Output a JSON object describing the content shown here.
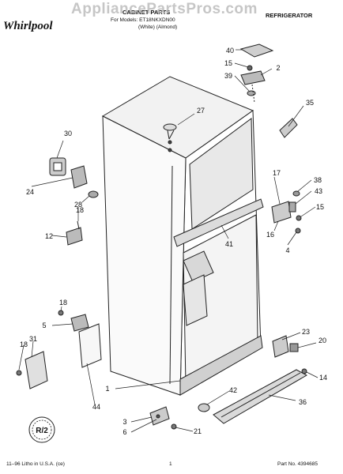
{
  "header": {
    "brand": "Whirlpool",
    "title": "CABINET PARTS",
    "models": "For Models: ET18NKXDN00",
    "color": "(White)  (Almond)",
    "category": "REFRIGERATOR"
  },
  "watermark": "AppliancePartsPros.com",
  "footer": {
    "litho": "11–96 Litho in U.S.A. (ce)",
    "page": "1",
    "part_no": "Part No. 4394685"
  },
  "callouts": [
    "40",
    "15",
    "2",
    "39",
    "35",
    "27",
    "30",
    "24",
    "28",
    "18",
    "12",
    "17",
    "38",
    "43",
    "15",
    "41",
    "16",
    "4",
    "18",
    "5",
    "18",
    "31",
    "23",
    "20",
    "1",
    "14",
    "44",
    "42",
    "36",
    "3",
    "6",
    "21"
  ],
  "logo_badge": "R/2"
}
